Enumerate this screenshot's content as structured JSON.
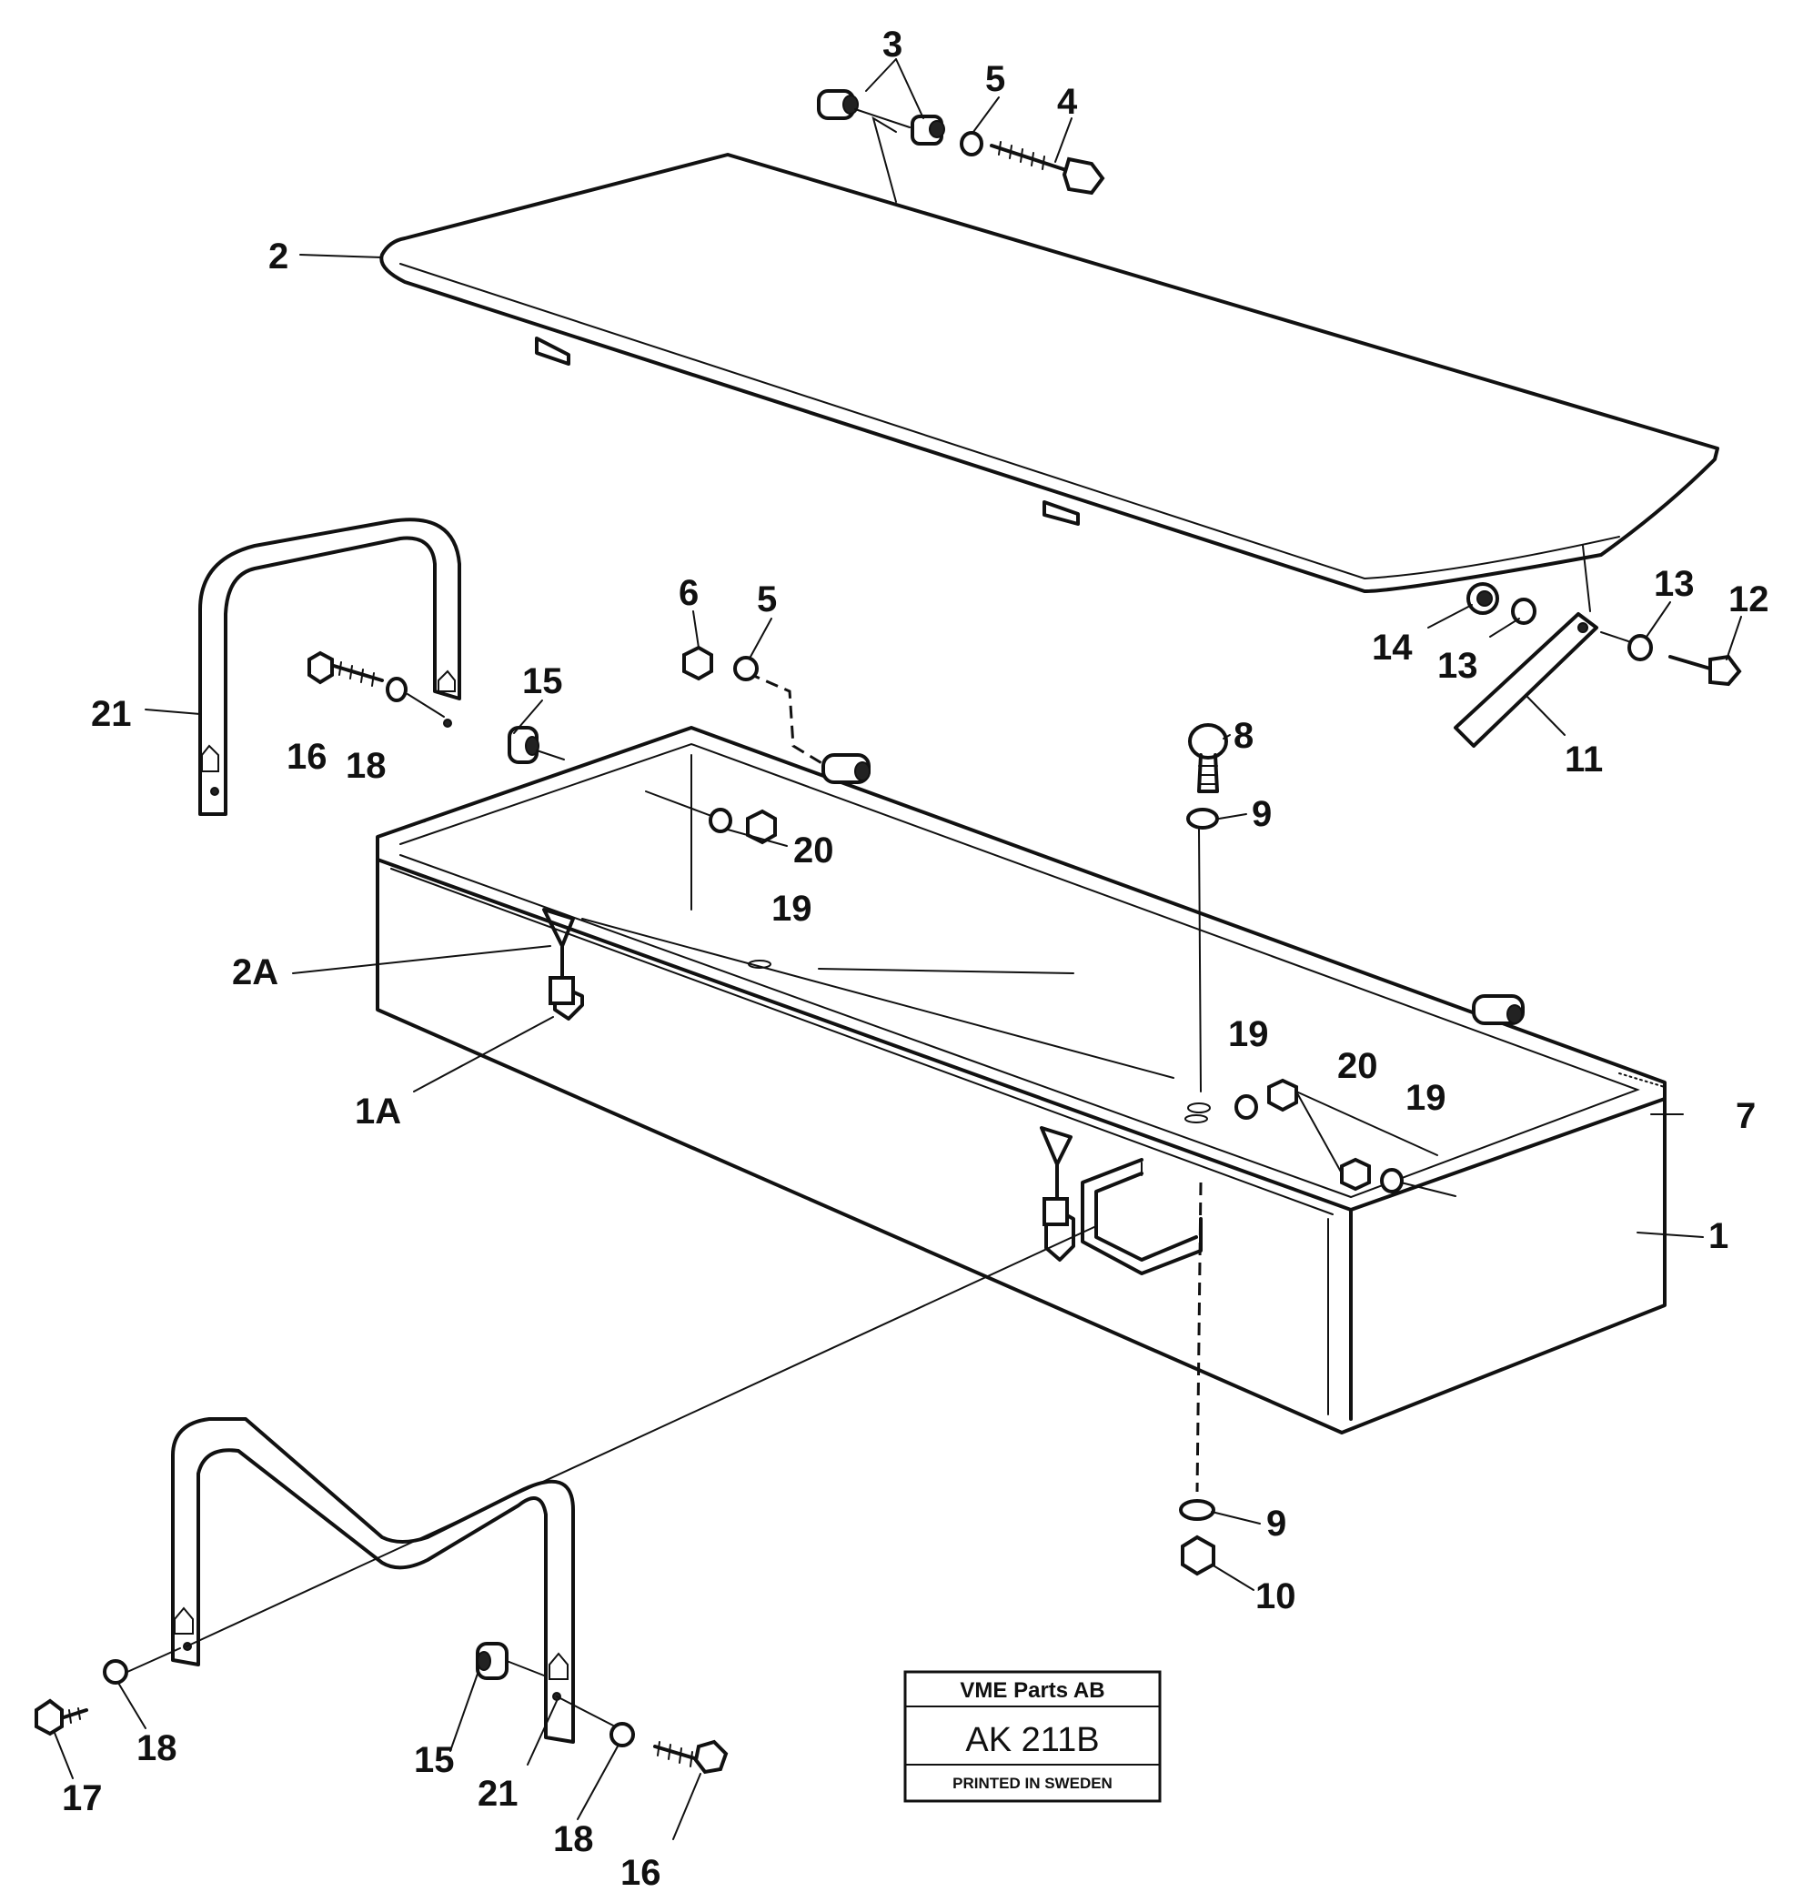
{
  "callouts": {
    "c3": "3",
    "c5a": "5",
    "c4": "4",
    "c2": "2",
    "c6": "6",
    "c5b": "5",
    "c15a": "15",
    "c21a": "21",
    "c16a": "16",
    "c18a": "18",
    "c8": "8",
    "c9a": "9",
    "c14": "14",
    "c13a": "13",
    "c13b": "13",
    "c12": "12",
    "c11": "11",
    "c20a": "20",
    "c19a": "19",
    "c2A": "2A",
    "c1A": "1A",
    "c19b": "19",
    "c20b": "20",
    "c19c": "19",
    "c7": "7",
    "c1": "1",
    "c9b": "9",
    "c10": "10",
    "c17": "17",
    "c18b": "18",
    "c15b": "15",
    "c21b": "21",
    "c18c": "18",
    "c16b": "16"
  },
  "stamp": {
    "company": "VME Parts AB",
    "code": "AK 211B",
    "printed": "PRINTED IN SWEDEN"
  }
}
